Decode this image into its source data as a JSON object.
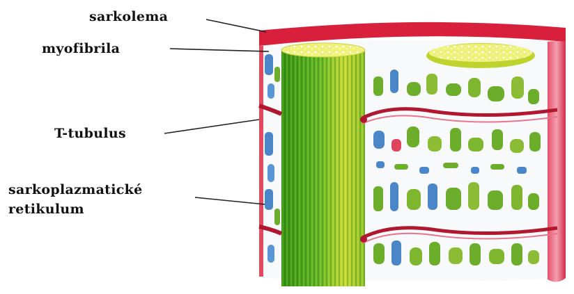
{
  "labels": {
    "sarcolemma": "sarkolema",
    "myofibril": "myofibrila",
    "t_tubule": "T-tubulus",
    "sr_line1": "sarkoplazmatické",
    "sr_line2": "retikulum"
  },
  "colors": {
    "sarcolemma": "#d8203c",
    "myofibril_green": "#4caa1e",
    "myofibril_yellow": "#d6e03a",
    "reticulum_blue": "#4a86c8",
    "reticulum_green": "#6cae2c",
    "t_tubule": "#b01830"
  }
}
